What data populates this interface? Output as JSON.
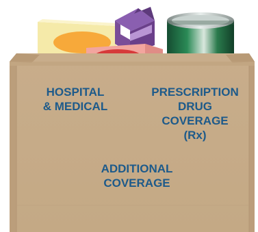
{
  "bag": {
    "sections": {
      "hospital_medical": "HOSPITAL\n& MEDICAL",
      "prescription_drug": "PRESCRIPTION\nDRUG\nCOVERAGE\n(Rx)",
      "additional": "ADDITIONAL\nCOVERAGE"
    }
  },
  "colors": {
    "label_text": "#1d5a8a",
    "bag": "#c9ae8c",
    "box_yellow": "#f4e8a6",
    "box_orange_oval": "#f7a93a",
    "box_pink": "#f3a6a0",
    "box_red_oval": "#d63a3a",
    "carton_purple": "#7a4e98",
    "can_green": "#1f6b43"
  },
  "icons": [
    "grocery-bag-icon",
    "cereal-box-icon",
    "milk-carton-icon",
    "soup-can-icon",
    "snack-box-icon"
  ]
}
